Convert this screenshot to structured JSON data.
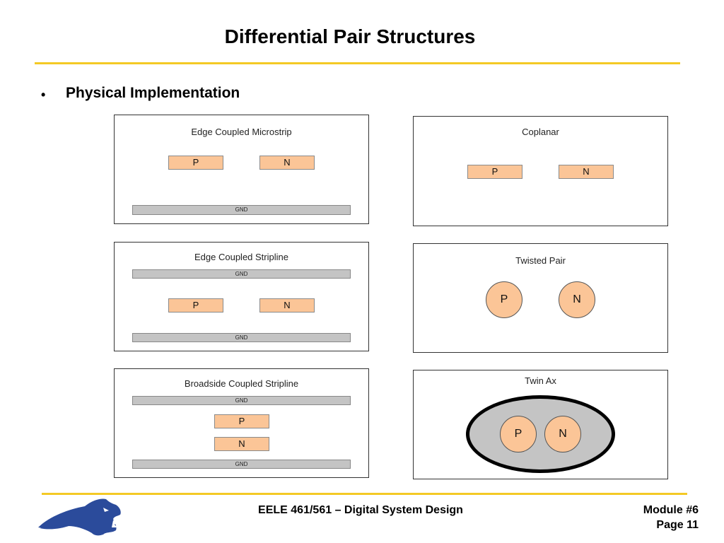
{
  "slide": {
    "title": "Differential Pair Structures"
  },
  "content": {
    "bullet_marker": "•",
    "bullet_text": "Physical Implementation"
  },
  "diagrams": {
    "edge_coupled_microstrip": {
      "title": "Edge Coupled Microstrip",
      "p": "P",
      "n": "N",
      "gnd": "GND"
    },
    "coplanar": {
      "title": "Coplanar",
      "p": "P",
      "n": "N"
    },
    "edge_coupled_stripline": {
      "title": "Edge Coupled Stripline",
      "p": "P",
      "n": "N",
      "gnd_top": "GND",
      "gnd_bottom": "GND"
    },
    "twisted_pair": {
      "title": "Twisted Pair",
      "p": "P",
      "n": "N"
    },
    "broadside_coupled_stripline": {
      "title": "Broadside Coupled Stripline",
      "p": "P",
      "n": "N",
      "gnd_top": "GND",
      "gnd_bottom": "GND"
    },
    "twin_ax": {
      "title": "Twin Ax",
      "p": "P",
      "n": "N"
    }
  },
  "footer": {
    "course": "EELE 461/561 – Digital System Design",
    "module": "Module #6",
    "page": "Page 11"
  },
  "colors": {
    "accent_rule": "#f4c925",
    "conductor": "#fbc597",
    "ground": "#c4c4c4",
    "logo_blue": "#2b4b9b"
  }
}
